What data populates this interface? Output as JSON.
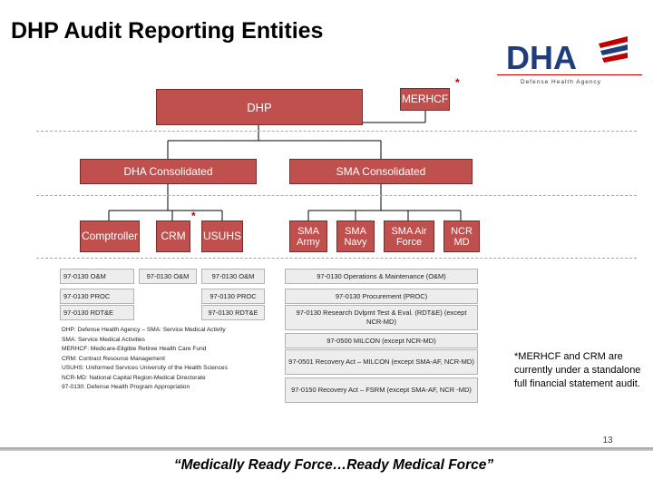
{
  "title": "DHP Audit Reporting Entities",
  "logo": {
    "text": "DHA",
    "subtitle": "Defense Health Agency",
    "accent": "#1f3d7a"
  },
  "colors": {
    "box_fill": "#c0504d",
    "star": "#c00000",
    "line": "#000000"
  },
  "star_symbol": "*",
  "org": {
    "dhp": "DHP",
    "merhcf": "MERHCF",
    "dha_consolidated": "DHA Consolidated",
    "sma_consolidated": "SMA Consolidated",
    "comptroller": "Comptroller",
    "crm": "CRM",
    "usuhs": "USUHS",
    "sma_army": "SMA Army",
    "sma_navy": "SMA Navy",
    "sma_airforce": "SMA Air Force",
    "ncr_md": "NCR MD"
  },
  "accounts": {
    "comptroller": [
      "97-0130 O&M",
      "97-0130 PROC",
      "97-0130 RDT&E"
    ],
    "crm": "97-0130 O&M",
    "usuhs": [
      "97-0130 O&M",
      "97-0130 PROC",
      "97-0130 RDT&E"
    ],
    "sma": [
      "97-0130 Operations & Maintenance (O&M)",
      "97-0130 Procurement (PROC)",
      "97-0130 Research Dvlpmt Test & Eval. (RDT&E) (except NCR-MD)",
      "97-0500 MILCON (except NCR-MD)",
      "97-0501 Recovery Act – MILCON (except SMA-AF, NCR-MD)",
      "97-0150 Recovery Act – FSRM (except SMA-AF, NCR -MD)"
    ]
  },
  "legend": [
    "DHP: Defense Health Agency – SMA: Service Medical Activity",
    "SMA: Service Medical Activities",
    "MERHCF: Medicare-Eligible Retiree Health Care Fund",
    "CRM: Contract Resource Management",
    "USUHS: Uniformed Services University of the Health Sciences",
    "NCR-MD: National Capital Region-Medical Directorate",
    "97-0130: Defense Health Program Appropriation"
  ],
  "note": "*MERHCF and CRM are currently under a standalone full financial statement audit.",
  "quote": "“Medically Ready Force…Ready Medical Force”",
  "page_number": "13"
}
